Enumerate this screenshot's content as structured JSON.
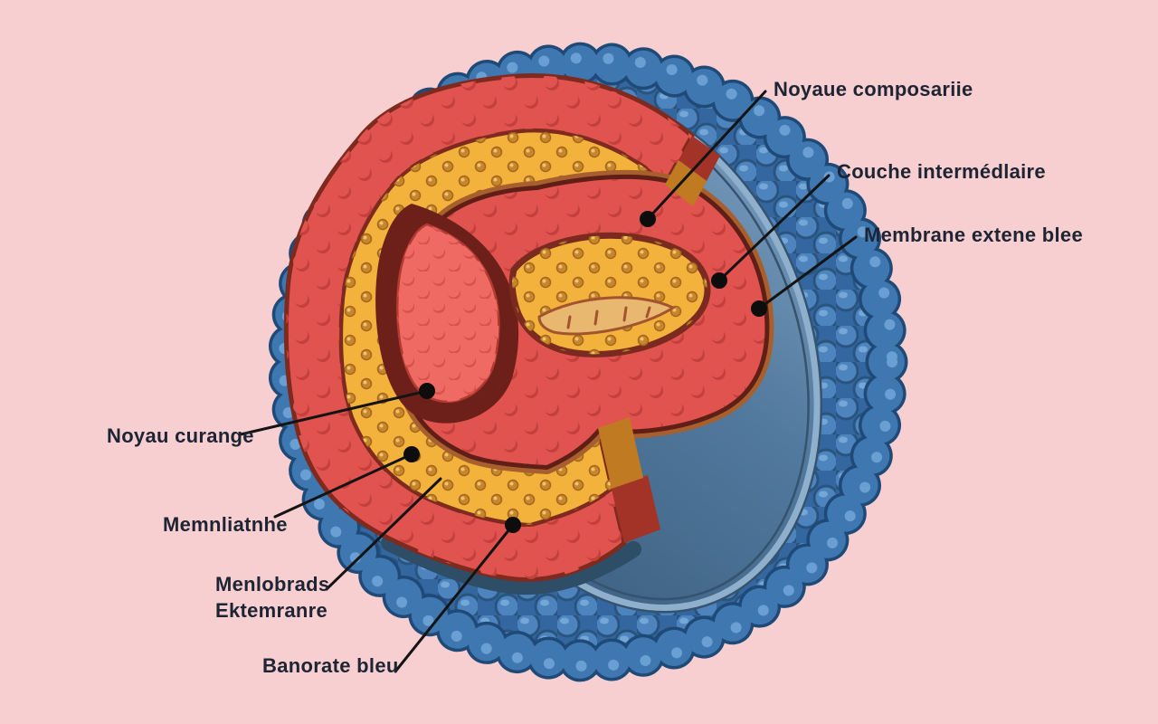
{
  "figure": {
    "type": "cutaway-sphere-diagram",
    "description": "Flat illustration of a blue bumpy sphere cut open showing red, yellow and maroon inner layers, with black leader-line callouts",
    "background_color": "#f8cfd0",
    "palette": {
      "membrane_blue": "#3f77b0",
      "membrane_blue_dark": "#1f4a78",
      "cobble_blue": "#4d84bd",
      "cut_face_blue_light": "#7fa0c0",
      "cut_face_blue_dark": "#3a5c7c",
      "outer_red": "#e1534e",
      "red_bump": "#c4403c",
      "middle_yellow": "#f2b23c",
      "yellow_dot": "#c8862c",
      "core_maroon": "#6d2019",
      "core_red_mass": "#ee6a62",
      "brown_ring": "#a85f2e",
      "label_text": "#1d2433",
      "leader_line": "#141414"
    },
    "labels": [
      {
        "text": "Noyaue composariie"
      },
      {
        "text": "Couche intermédlaire"
      },
      {
        "text": "Membrane extene blee"
      },
      {
        "text": "Noyau curange"
      },
      {
        "text": "Memnliatnhe"
      },
      {
        "line1": "Menlobrads",
        "line2": "Ektemranre"
      },
      {
        "text": "Banorate bleu"
      }
    ]
  }
}
